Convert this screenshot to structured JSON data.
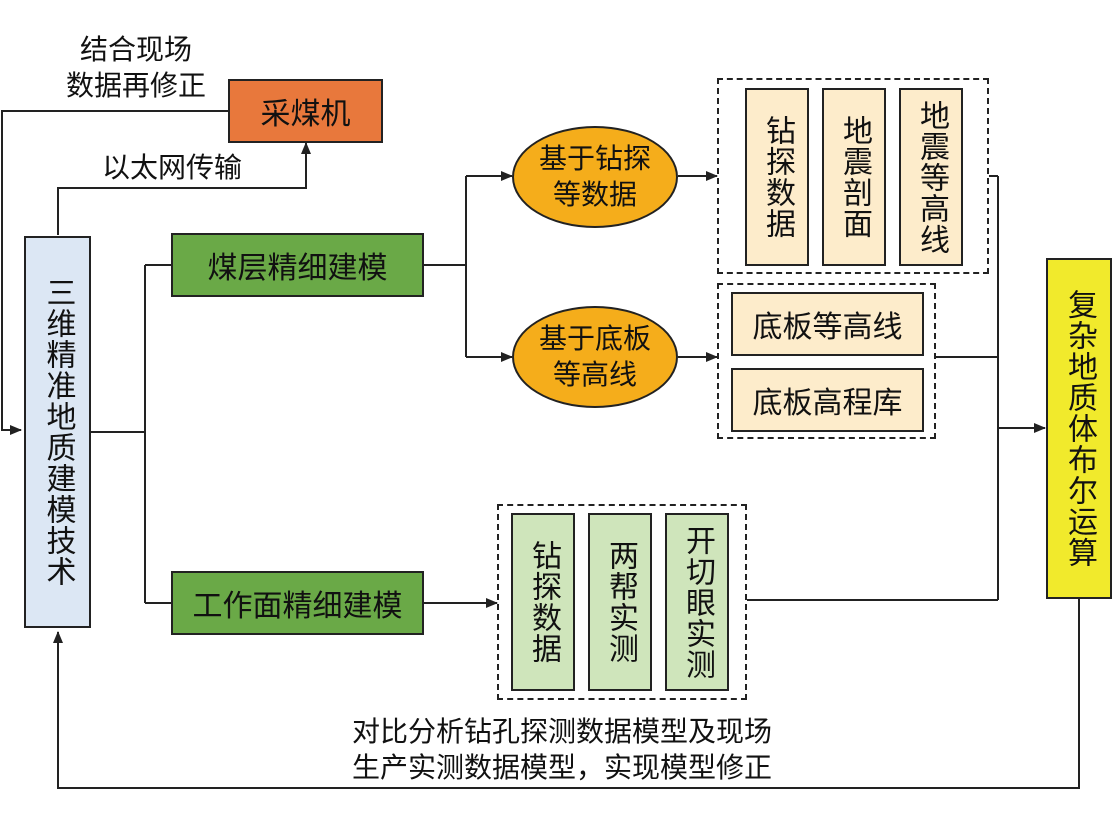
{
  "colors": {
    "blue_box": "#dce7f4",
    "orange_box": "#e8783c",
    "green_box": "#6aa947",
    "ellipse": "#f5ad1b",
    "cream_box": "#fdeccb",
    "light_green_box": "#cfe5bb",
    "yellow_box": "#f1ea2c",
    "line": "#222222"
  },
  "nodes": {
    "main_tech": "三维精准地质建模技术",
    "shearer": "采煤机",
    "coal_seam": "煤层精细建模",
    "workface": "工作面精细建模",
    "drill_based": "基于钻探\n等数据",
    "floor_based": "基于底板\n等高线",
    "drill_data_1": "钻探数据",
    "seismic_section": "地震剖面",
    "seismic_contour": "地震等高线",
    "floor_contour": "底板等高线",
    "floor_elevation": "底板高程库",
    "drill_data_2": "钻探数据",
    "side_measure": "两帮实测",
    "cut_measure": "开切眼实测",
    "boolean_op": "复杂地质体布尔运算"
  },
  "labels": {
    "field_correction": "结合现场\n数据再修正",
    "ethernet": "以太网传输",
    "bottom_note": "对比分析钻孔探测数据模型及现场\n生产实测数据模型，实现模型修正"
  },
  "icons": {
    "arrowhead": "arrowhead-icon"
  }
}
